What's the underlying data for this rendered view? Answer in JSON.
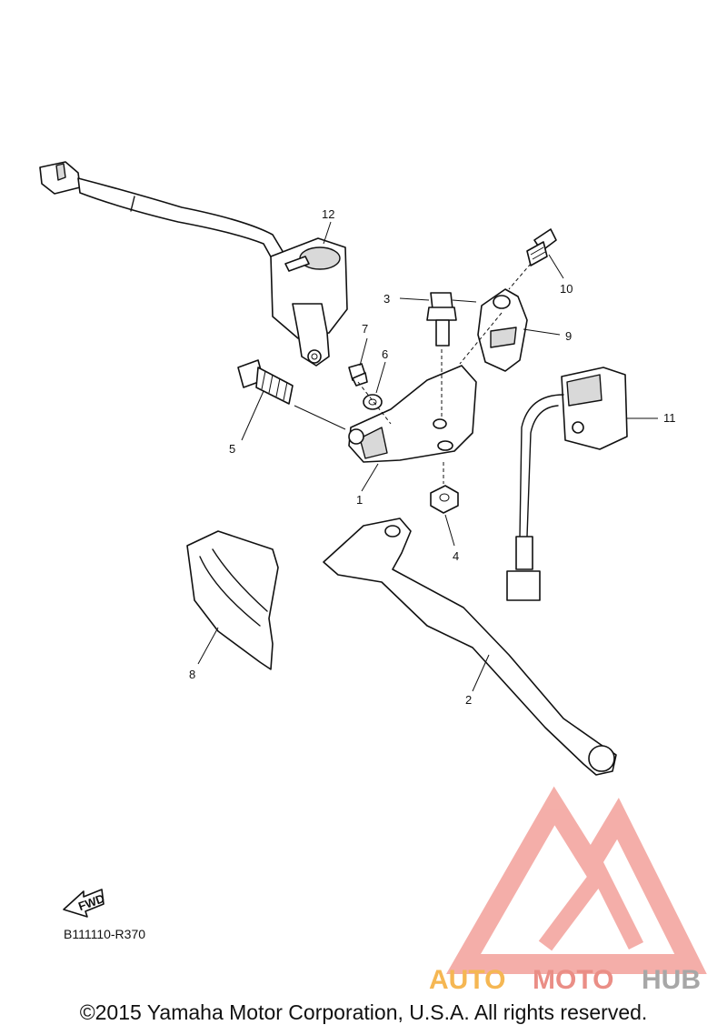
{
  "diagram": {
    "callouts": {
      "c1": "1",
      "c2": "2",
      "c3": "3",
      "c4": "4",
      "c5": "5",
      "c6": "6",
      "c7": "7",
      "c8": "8",
      "c9": "9",
      "c10": "10",
      "c11": "11",
      "c12": "12"
    },
    "fwd_label": "FWD",
    "reference_code": "B111110-R370"
  },
  "watermark": {
    "brand_part1": "AUTO",
    "brand_part2": "MOTO",
    "brand_part3": "HUB",
    "colors": {
      "triangle": "#f3a6a0",
      "orange": "#f5b041",
      "red": "#e8827a",
      "gray": "#9e9e9e"
    }
  },
  "footer": {
    "copyright": "©2015 Yamaha Motor Corporation, U.S.A. All rights reserved."
  }
}
